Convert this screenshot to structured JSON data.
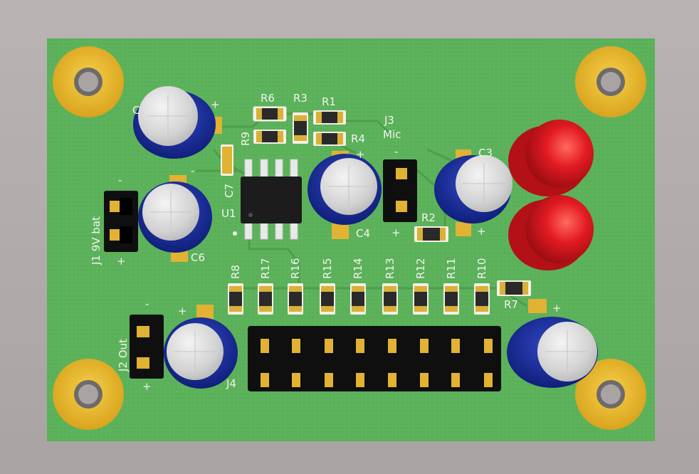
{
  "board": {
    "colors": {
      "background": "#b3adac",
      "pcb": "#5cb25a",
      "copper": "#e1b233",
      "silkscreen": "#f2f2ee",
      "capacitor": "#1f33a9",
      "led": "#e21a22",
      "header": "#111111"
    }
  },
  "labels": {
    "r6": "R6",
    "r3": "R3",
    "r1": "R1",
    "r9": "R9",
    "r4": "R4",
    "j3": "J3",
    "mic": "Mic",
    "minus": "-",
    "plus": "+",
    "c7": "C7",
    "u1": "U1",
    "c4": "C4",
    "c3": "C3",
    "r2": "R2",
    "j1": "J1 9V bat",
    "c6": "C6",
    "r8": "R8",
    "r17": "R17",
    "r16": "R16",
    "r15": "R15",
    "r14": "R14",
    "r13": "R13",
    "r12": "R12",
    "r11": "R11",
    "r10": "R10",
    "r7": "R7",
    "j2": "J2 Out",
    "j4": "J4",
    "c_partial": "C"
  }
}
